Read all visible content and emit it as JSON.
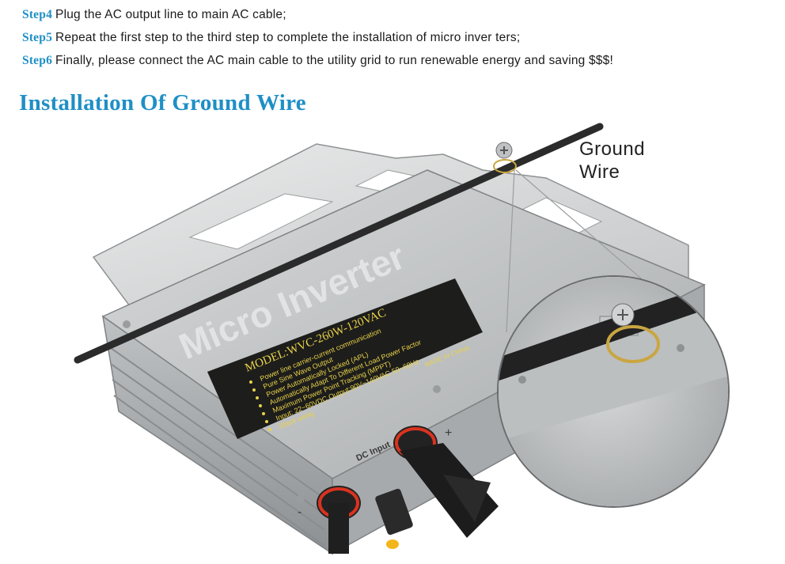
{
  "steps": [
    {
      "label": "Step4",
      "text": "Plug the AC output line to main  AC cable;"
    },
    {
      "label": "Step5",
      "text": "Repeat the first step to the third step to complete the installation of micro  inver ters;"
    },
    {
      "label": "Step6",
      "text": "Finally, please connect the AC main  cable to the utility grid    to run  renewable energy  and saving $$$!"
    }
  ],
  "section": {
    "title": "Installation Of Ground Wire"
  },
  "callout": {
    "line1": "Ground",
    "line2": "Wire"
  },
  "device": {
    "brand_text": "Micro Inverter",
    "model": "MODEL:WVC-260W-120VAC",
    "features": [
      "Power line carrier-current communication",
      "Pure Sine Wave Output",
      "Power Automatically Locked (APL)",
      "Automatically Adapt To Different Load Power Factor",
      "Maximum Power Point Tracking (MPPT)",
      "Input: 22~60VDC   Output:90V~140VAC 50~60Hz",
      "Stack using"
    ],
    "made_in": "MADE IN CHINA",
    "dc_input_label": "DC Input",
    "minus_sign": "-",
    "plus_sign": "+"
  },
  "colors": {
    "step_label": "#1f8fc6",
    "title": "#1f8fc6",
    "body_text": "#1a1a1a",
    "device_body": "#c9cbcc",
    "label_plate": "#1d1d1b",
    "label_text": "#e8d24a",
    "connector_ring": "#d9331f",
    "connector_pin": "#f2b61a",
    "ground_wire": "#2b2b2b",
    "ground_loop": "#c9a640"
  }
}
